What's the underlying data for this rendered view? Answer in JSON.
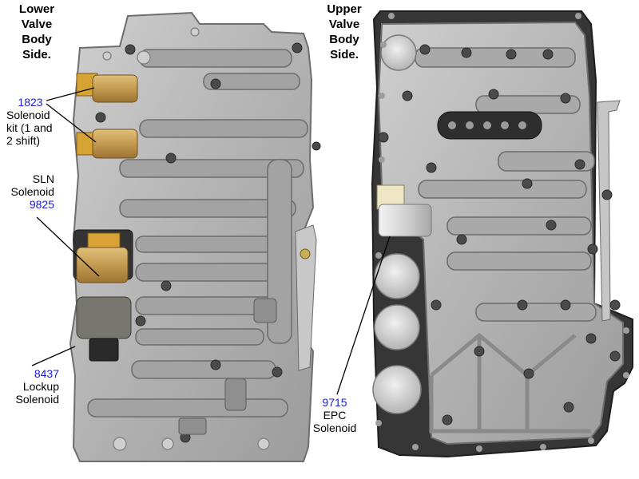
{
  "headings": {
    "lower": "Lower\nValve\nBody\nSide.",
    "upper": "Upper\nValve\nBody\nSide."
  },
  "callouts": [
    {
      "id": "1823",
      "number": "1823",
      "text": "Solenoid\nkit (1 and\n2 shift)"
    },
    {
      "id": "9825",
      "pre": "SLN\nSolenoid",
      "number": "9825"
    },
    {
      "id": "8437",
      "number": "8437",
      "text": "Lockup\nSolenoid"
    },
    {
      "id": "9715",
      "number": "9715",
      "text": "EPC\nSolenoid"
    }
  ],
  "colors": {
    "casting": "#b9b9b9",
    "casting_dark": "#8e8e8e",
    "casting_light": "#d6d6d6",
    "gasket": "#3a3a3a",
    "solenoid_brass": "#c9a25a",
    "solenoid_gray": "#7a7a72",
    "callout_number": "#1a1ad8"
  }
}
